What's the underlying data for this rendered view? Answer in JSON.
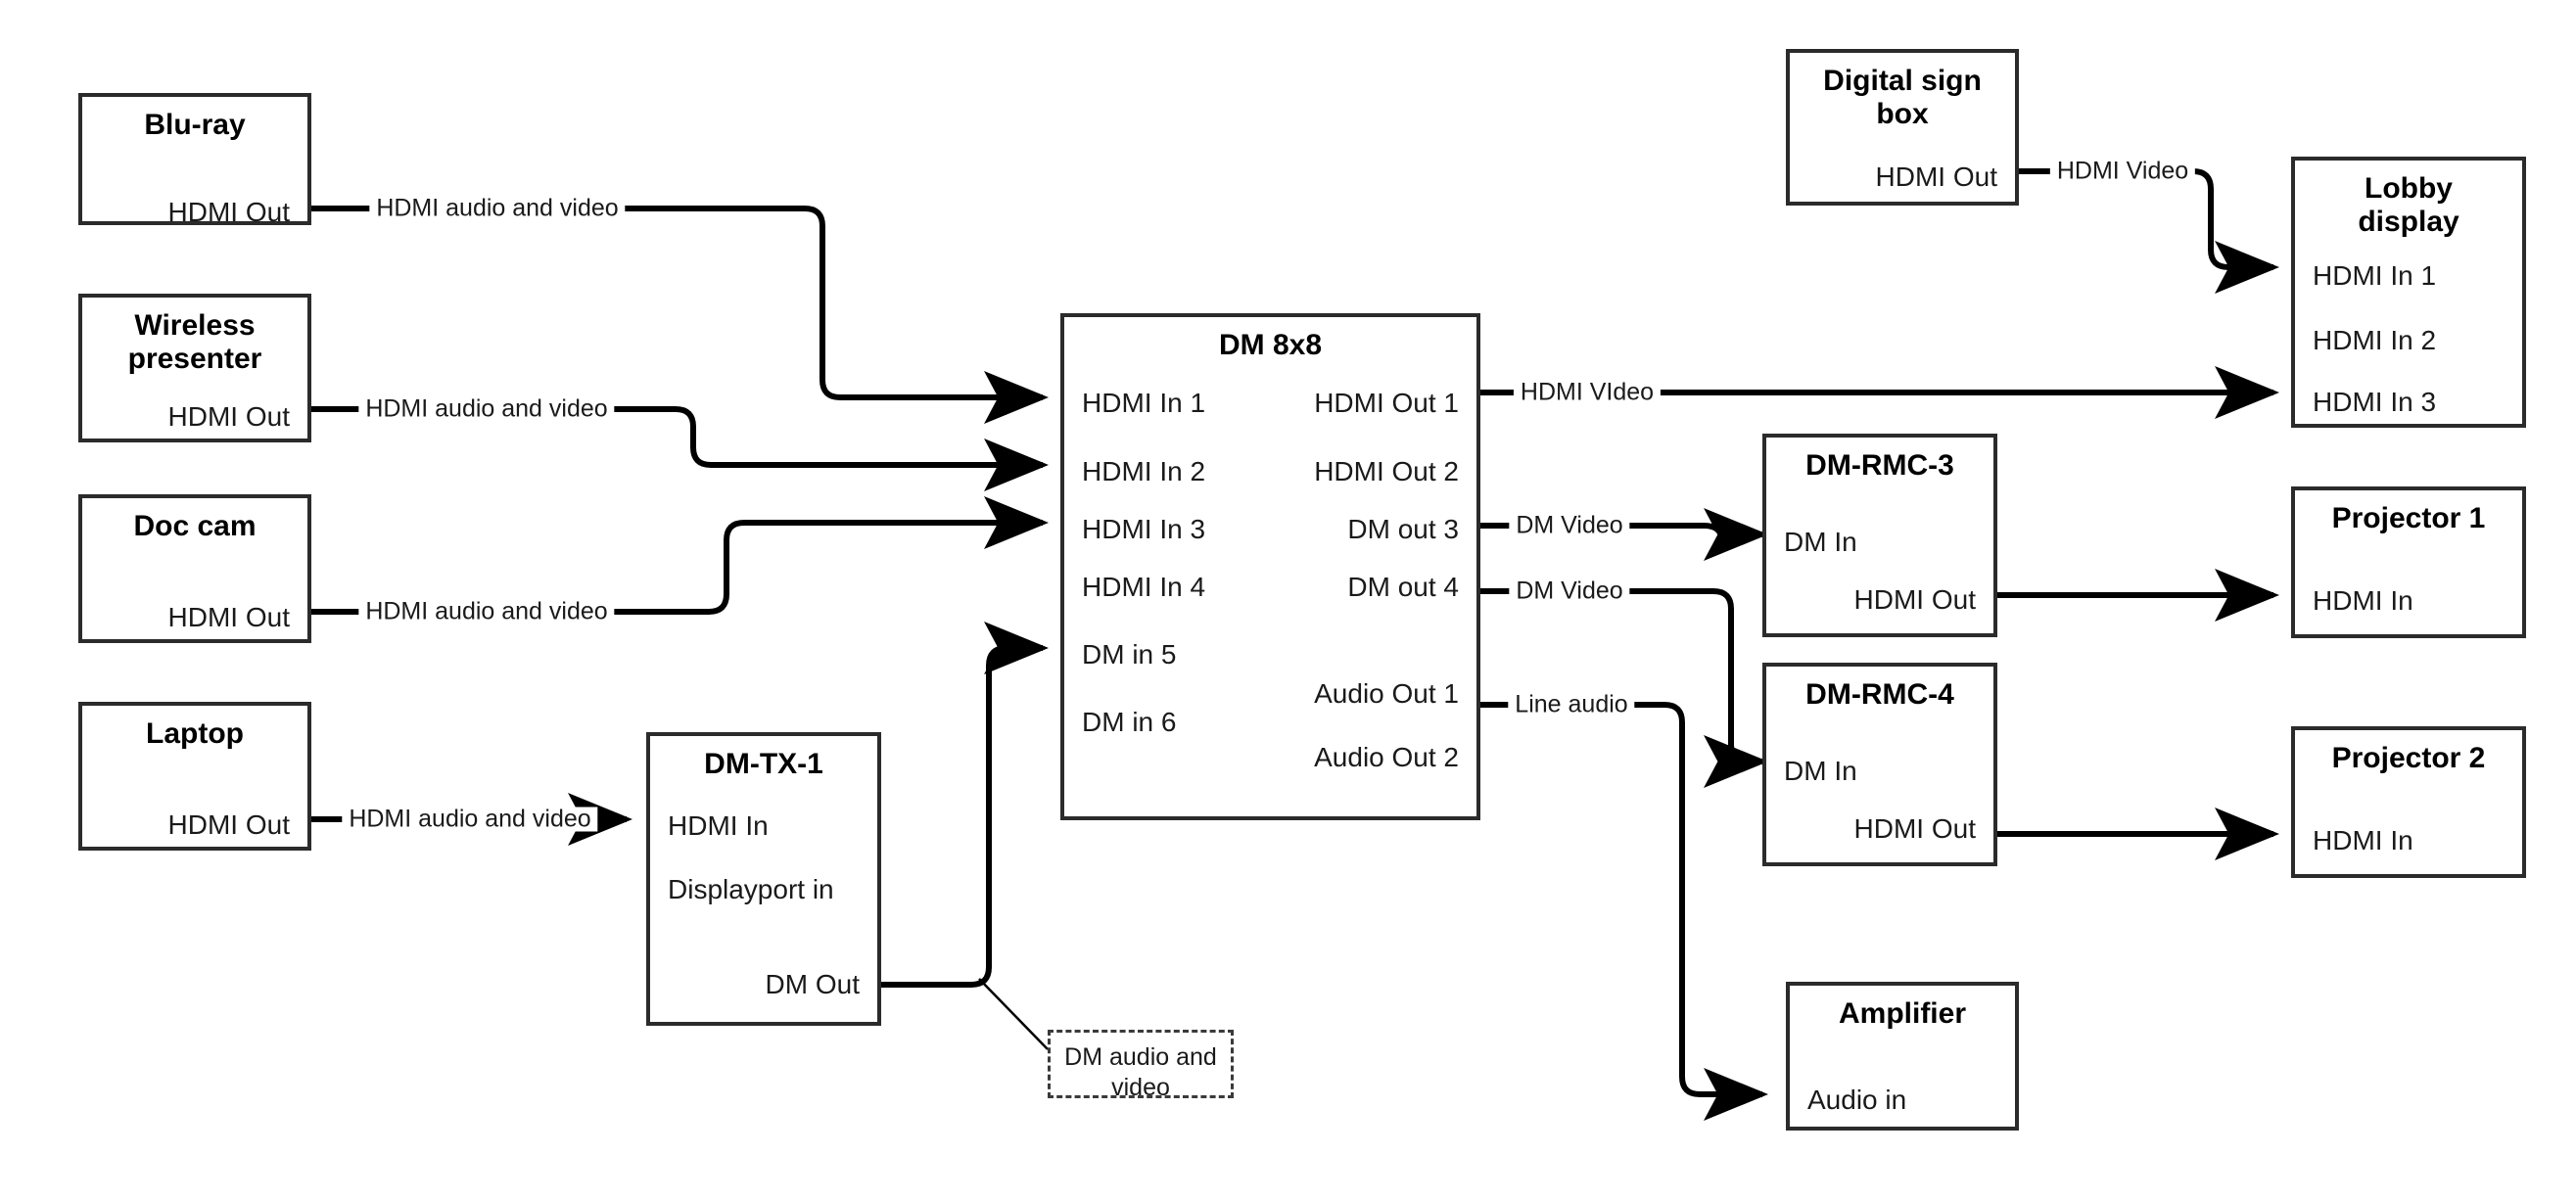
{
  "diagram": {
    "title": "AV Signal Flow Diagram",
    "line_color": "#000000",
    "box_border_color": "#2b2b2b",
    "background": "#ffffff"
  },
  "nodes": {
    "bluray": {
      "title": "Blu-ray",
      "ports": {
        "out1": "HDMI Out"
      }
    },
    "wireless": {
      "title": "Wireless\npresenter",
      "ports": {
        "out1": "HDMI Out"
      }
    },
    "doccam": {
      "title": "Doc cam",
      "ports": {
        "out1": "HDMI Out"
      }
    },
    "laptop": {
      "title": "Laptop",
      "ports": {
        "out1": "HDMI Out"
      }
    },
    "dmtx1": {
      "title": "DM-TX-1",
      "ports": {
        "in1": "HDMI In",
        "in2": "Displayport in",
        "out1": "DM Out"
      }
    },
    "dm8x8": {
      "title": "DM 8x8",
      "inputs": [
        "HDMI In 1",
        "HDMI In 2",
        "HDMI In 3",
        "HDMI In 4",
        "DM in 5",
        "DM in 6"
      ],
      "outputs": [
        "HDMI Out 1",
        "HDMI Out 2",
        "DM out 3",
        "DM out 4",
        "Audio Out 1",
        "Audio Out 2"
      ]
    },
    "digitalsign": {
      "title": "Digital sign\nbox",
      "ports": {
        "out1": "HDMI Out"
      }
    },
    "lobbydisplay": {
      "title": "Lobby\ndisplay",
      "inputs": [
        "HDMI In 1",
        "HDMI In 2",
        "HDMI In 3"
      ]
    },
    "dmrmc3": {
      "title": "DM-RMC-3",
      "ports": {
        "in1": "DM In",
        "out1": "HDMI Out"
      }
    },
    "dmrmc4": {
      "title": "DM-RMC-4",
      "ports": {
        "in1": "DM In",
        "out1": "HDMI Out"
      }
    },
    "projector1": {
      "title": "Projector 1",
      "ports": {
        "in1": "HDMI In"
      }
    },
    "projector2": {
      "title": "Projector 2",
      "ports": {
        "in1": "HDMI In"
      }
    },
    "amplifier": {
      "title": "Amplifier",
      "ports": {
        "in1": "Audio in"
      }
    },
    "dmnote": {
      "text": "DM audio and\nvideo"
    }
  },
  "connections": [
    {
      "id": "c1",
      "from": "bluray.HDMI Out",
      "to": "dm8x8.HDMI In 1",
      "label": "HDMI audio and video"
    },
    {
      "id": "c2",
      "from": "wireless.HDMI Out",
      "to": "dm8x8.HDMI In 2",
      "label": "HDMI audio and video"
    },
    {
      "id": "c3",
      "from": "doccam.HDMI Out",
      "to": "dm8x8.HDMI In 3",
      "label": "HDMI audio and video"
    },
    {
      "id": "c4",
      "from": "laptop.HDMI Out",
      "to": "dmtx1.HDMI In",
      "label": "HDMI audio and video"
    },
    {
      "id": "c5",
      "from": "dmtx1.DM Out",
      "to": "dm8x8.DM in 5",
      "label": ""
    },
    {
      "id": "c6",
      "from": "dm8x8.HDMI Out 1",
      "to": "lobbydisplay.HDMI In 3",
      "label": "HDMI VIdeo"
    },
    {
      "id": "c7",
      "from": "dm8x8.DM out 3",
      "to": "dmrmc3.DM In",
      "label": "DM Video"
    },
    {
      "id": "c8",
      "from": "dm8x8.DM out 4",
      "to": "dmrmc4.DM In",
      "label": "DM Video"
    },
    {
      "id": "c9",
      "from": "dm8x8.Audio Out 1",
      "to": "amplifier.Audio in",
      "label": "Line audio"
    },
    {
      "id": "c10",
      "from": "digitalsign.HDMI Out",
      "to": "lobbydisplay.HDMI In 1",
      "label": "HDMI Video"
    },
    {
      "id": "c11",
      "from": "dmrmc3.HDMI Out",
      "to": "projector1.HDMI In",
      "label": ""
    },
    {
      "id": "c12",
      "from": "dmrmc4.HDMI Out",
      "to": "projector2.HDMI In",
      "label": ""
    }
  ]
}
